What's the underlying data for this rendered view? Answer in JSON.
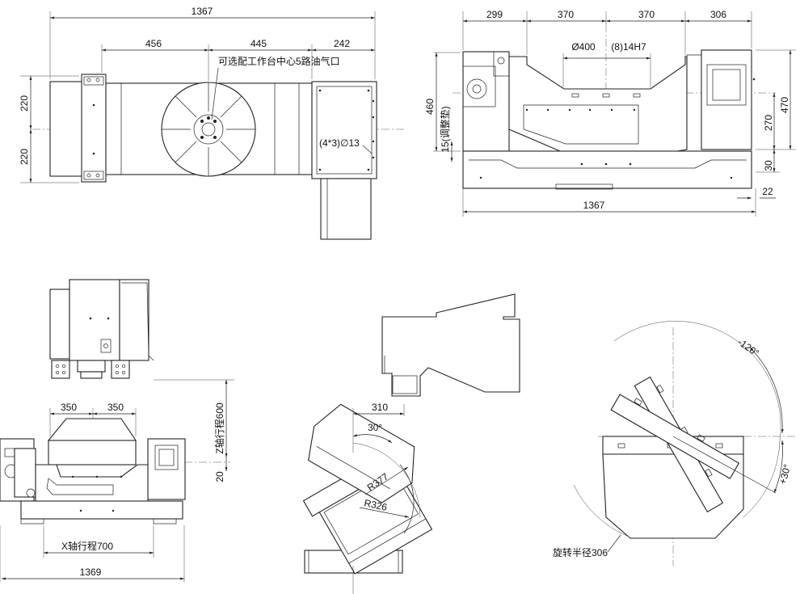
{
  "top_view": {
    "overall_length": "1367",
    "d456": "456",
    "d445": "445",
    "d242": "242",
    "h220_top": "220",
    "h220_bottom": "220",
    "air_note": "可选配工作台中心5路油气口",
    "holes_note": "(4*3)∅13"
  },
  "front_view": {
    "d299": "299",
    "d370a": "370",
    "d370b": "370",
    "d306": "306",
    "table_dia": "Ø400",
    "slots": "(8)14H7",
    "h460": "460",
    "h15_note": "15(调整垫)",
    "h470": "470",
    "h270": "270",
    "h30": "30",
    "d22": "22",
    "overall_length": "1367"
  },
  "machine_view": {
    "d350a": "350",
    "d350b": "350",
    "z_stroke": "Z轴行程600",
    "d20": "20",
    "x_stroke": "X轴行程700",
    "overall_length": "1369"
  },
  "tilt_view": {
    "d310": "310",
    "angle30": "30°",
    "r377": "R377",
    "r326": "R326"
  },
  "swing_view": {
    "neg120": "-120°",
    "pos30": "+30°",
    "swing_radius": "旋转半径306"
  }
}
